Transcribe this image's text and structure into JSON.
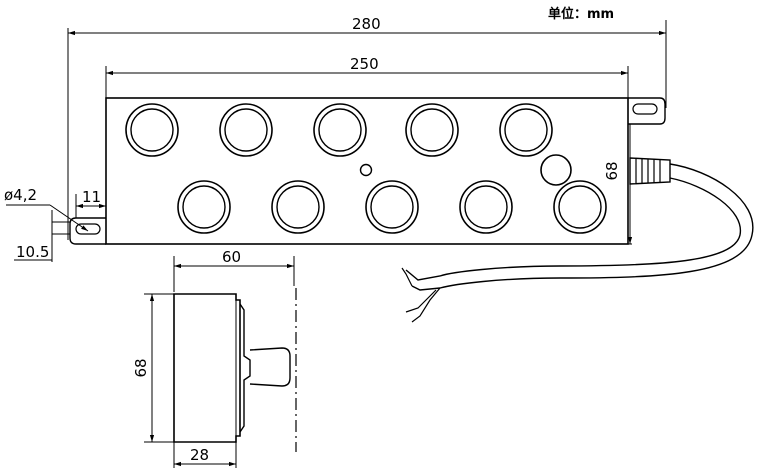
{
  "unit_label": "单位：mm",
  "dimensions": {
    "overall_length": "280",
    "body_length": "250",
    "height": "68",
    "hole_diameter": "ø4,2",
    "tab_width": "11",
    "tab_height": "10.5",
    "side_depth": "60",
    "side_height": "68",
    "base_depth": "28"
  },
  "top_row_nozzles": 5,
  "bottom_row_nozzles": 5
}
